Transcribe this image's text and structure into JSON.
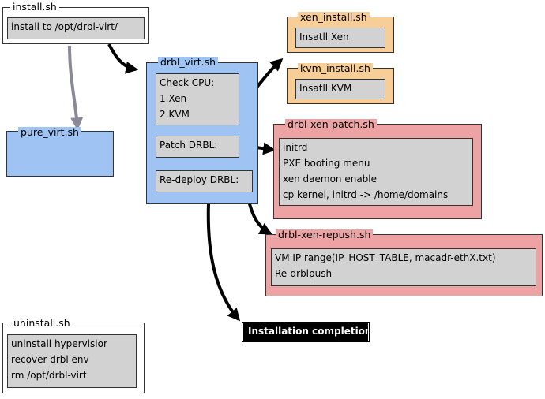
{
  "install": {
    "title": "install.sh",
    "lines": [
      "install to /opt/drbl-virt/"
    ]
  },
  "pure_virt": {
    "title": "pure_virt.sh"
  },
  "drbl_virt": {
    "title": "drbl_virt.sh",
    "check_cpu": [
      "Check CPU:",
      "1.Xen",
      "2.KVM"
    ],
    "patch": [
      "Patch DRBL:"
    ],
    "redeploy": [
      "Re-deploy DRBL:"
    ]
  },
  "xen_install": {
    "title": "xen_install.sh",
    "lines": [
      "Insatll Xen"
    ]
  },
  "kvm_install": {
    "title": "kvm_install.sh",
    "lines": [
      "Insatll KVM"
    ]
  },
  "xen_patch": {
    "title": "drbl-xen-patch.sh",
    "lines": [
      "initrd",
      "PXE booting menu",
      "xen daemon enable",
      "cp kernel, initrd -> /home/domains"
    ]
  },
  "xen_repush": {
    "title": "drbl-xen-repush.sh",
    "lines": [
      "VM IP range(IP_HOST_TABLE, macadr-ethX.txt)",
      "Re-drblpush"
    ]
  },
  "uninstall": {
    "title": "uninstall.sh",
    "lines": [
      "uninstall hypervisior",
      "recover drbl env",
      "rm /opt/drbl-virt"
    ]
  },
  "completion": {
    "label": "Installation completion"
  },
  "colors": {
    "blue": "#9fc3f2",
    "orange": "#f7cd98",
    "red": "#eda3a3",
    "gray": "#d2d2d2",
    "arrow_gray": "#8a8a96"
  }
}
